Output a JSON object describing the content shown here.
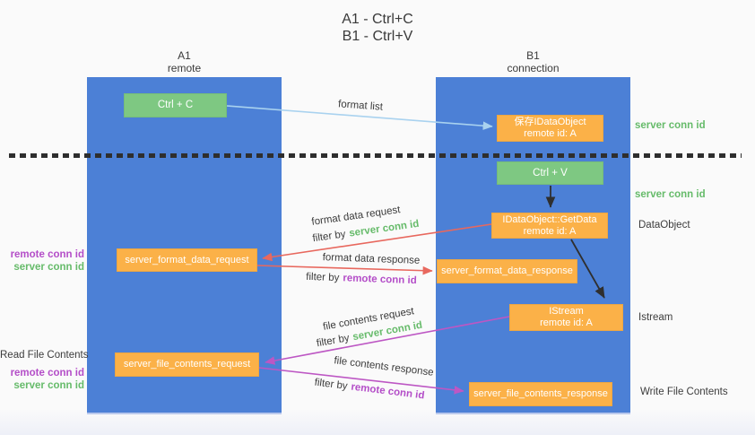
{
  "title": {
    "line1": "A1 - Ctrl+C",
    "line2": "B1 - Ctrl+V"
  },
  "lanes": [
    {
      "name": "A1",
      "subtitle": "remote"
    },
    {
      "name": "B1",
      "subtitle": "connection"
    }
  ],
  "nodes": {
    "ctrl_c": "Ctrl + C",
    "ctrl_v": "Ctrl + V",
    "save_idataobject": {
      "line1": "保存IDataObject",
      "line2": "remote id: A"
    },
    "getdata": {
      "line1": "IDataObject::GetData",
      "line2": "remote id: A"
    },
    "istream": {
      "line1": "IStream",
      "line2": "remote id: A"
    },
    "format_request": "server_format_data_request",
    "format_response": "server_format_data_response",
    "file_request": "server_file_contents_request",
    "file_response": "server_file_contents_response"
  },
  "edge_labels": {
    "format_list": "format list",
    "format_data_request": "format data request",
    "format_data_response": "format data response",
    "file_contents_request": "file contents request",
    "file_contents_response": "file contents response",
    "filter_by": "filter by"
  },
  "shared": {
    "server_conn_id": "server conn id",
    "remote_conn_id": "remote conn id"
  },
  "side_labels": {
    "read_file_contents": "Read File Contents",
    "write_file_contents": "Write File Contents",
    "dataobject": "DataObject",
    "istream": "Istream"
  },
  "colors": {
    "bg": "#fafafa",
    "lane_blue": "#4c80d6",
    "box_orange": "#fbb148",
    "box_green": "#7ec882",
    "arrow_blue": "#a9d2ef",
    "arrow_red": "#e8685e",
    "arrow_purple": "#bd57c4",
    "arrow_black": "#2f2f2f",
    "text_green": "#66bb6a",
    "text_purple": "#b44ec8",
    "text_dark": "#3c3c3c",
    "dot_color": "#2e2e2e"
  }
}
